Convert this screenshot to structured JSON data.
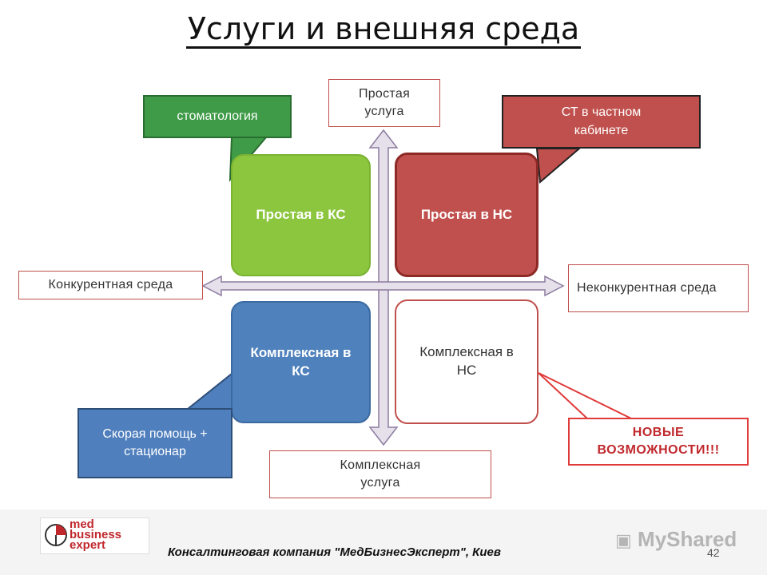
{
  "title": "Услуги и внешняя среда",
  "axes": {
    "top": "Простая услуга",
    "bottom": "Комплексная услуга",
    "left": "Конкурентная среда",
    "right": "Неконкурентная среда"
  },
  "quadrants": {
    "top_left": "Простая  в КС",
    "top_right": "Простая в НС",
    "bottom_left": "Комплексная в КС",
    "bottom_right": "Комплексная в НС"
  },
  "callouts": {
    "stomatology": "стоматология",
    "private_office": "СТ в частном кабинете",
    "ambulance": "Скорая помощь + стационар",
    "new_opportunities": "НОВЫЕ ВОЗМОЖНОСТИ!!!"
  },
  "colors": {
    "green": "#8cc63f",
    "red": "#c0504d",
    "blue": "#4f81bd",
    "callout_green": "#3f9b47",
    "callout_red": "#c0504d",
    "callout_blue": "#4f7fbd"
  },
  "footer": {
    "company": "Консалтинговая компания \"МедБизнесЭксперт\", Киев",
    "page_number": "42",
    "logo_line1": "med",
    "logo_line2": "business",
    "logo_line3": "expert",
    "watermark": "MyShared"
  }
}
